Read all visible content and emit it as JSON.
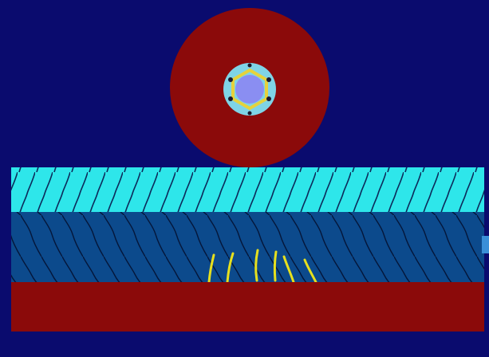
{
  "colors": {
    "background": "#0a0b6e",
    "wheel": "#8b0a0a",
    "hub_ring": "#7fd4e6",
    "hub_yellow": "#e6d23c",
    "hub_core": "#8a8ef2",
    "top_layer": "#2ee6ea",
    "top_layer_hatch": "#0b2a5a",
    "middle_layer": "#0c4a8c",
    "middle_layer_hatch": "#04163a",
    "bottom_layer": "#8b0a0a",
    "crack": "#e6e01e",
    "right_edge_marker": "#3a8fd8"
  },
  "diagram": {
    "objects": [
      {
        "id": "wheel",
        "kind": "disc",
        "color_key": "wheel"
      },
      {
        "id": "hub",
        "kind": "hub",
        "icon": "hex-bolt-hub-icon"
      },
      {
        "id": "top-layer",
        "kind": "hatched-layer",
        "color_key": "top_layer"
      },
      {
        "id": "middle-layer",
        "kind": "hatched-layer",
        "color_key": "middle_layer"
      },
      {
        "id": "bottom-layer",
        "kind": "solid-layer",
        "color_key": "bottom_layer"
      },
      {
        "id": "cracks",
        "kind": "crack-lines",
        "count": 6,
        "color_key": "crack"
      }
    ]
  }
}
